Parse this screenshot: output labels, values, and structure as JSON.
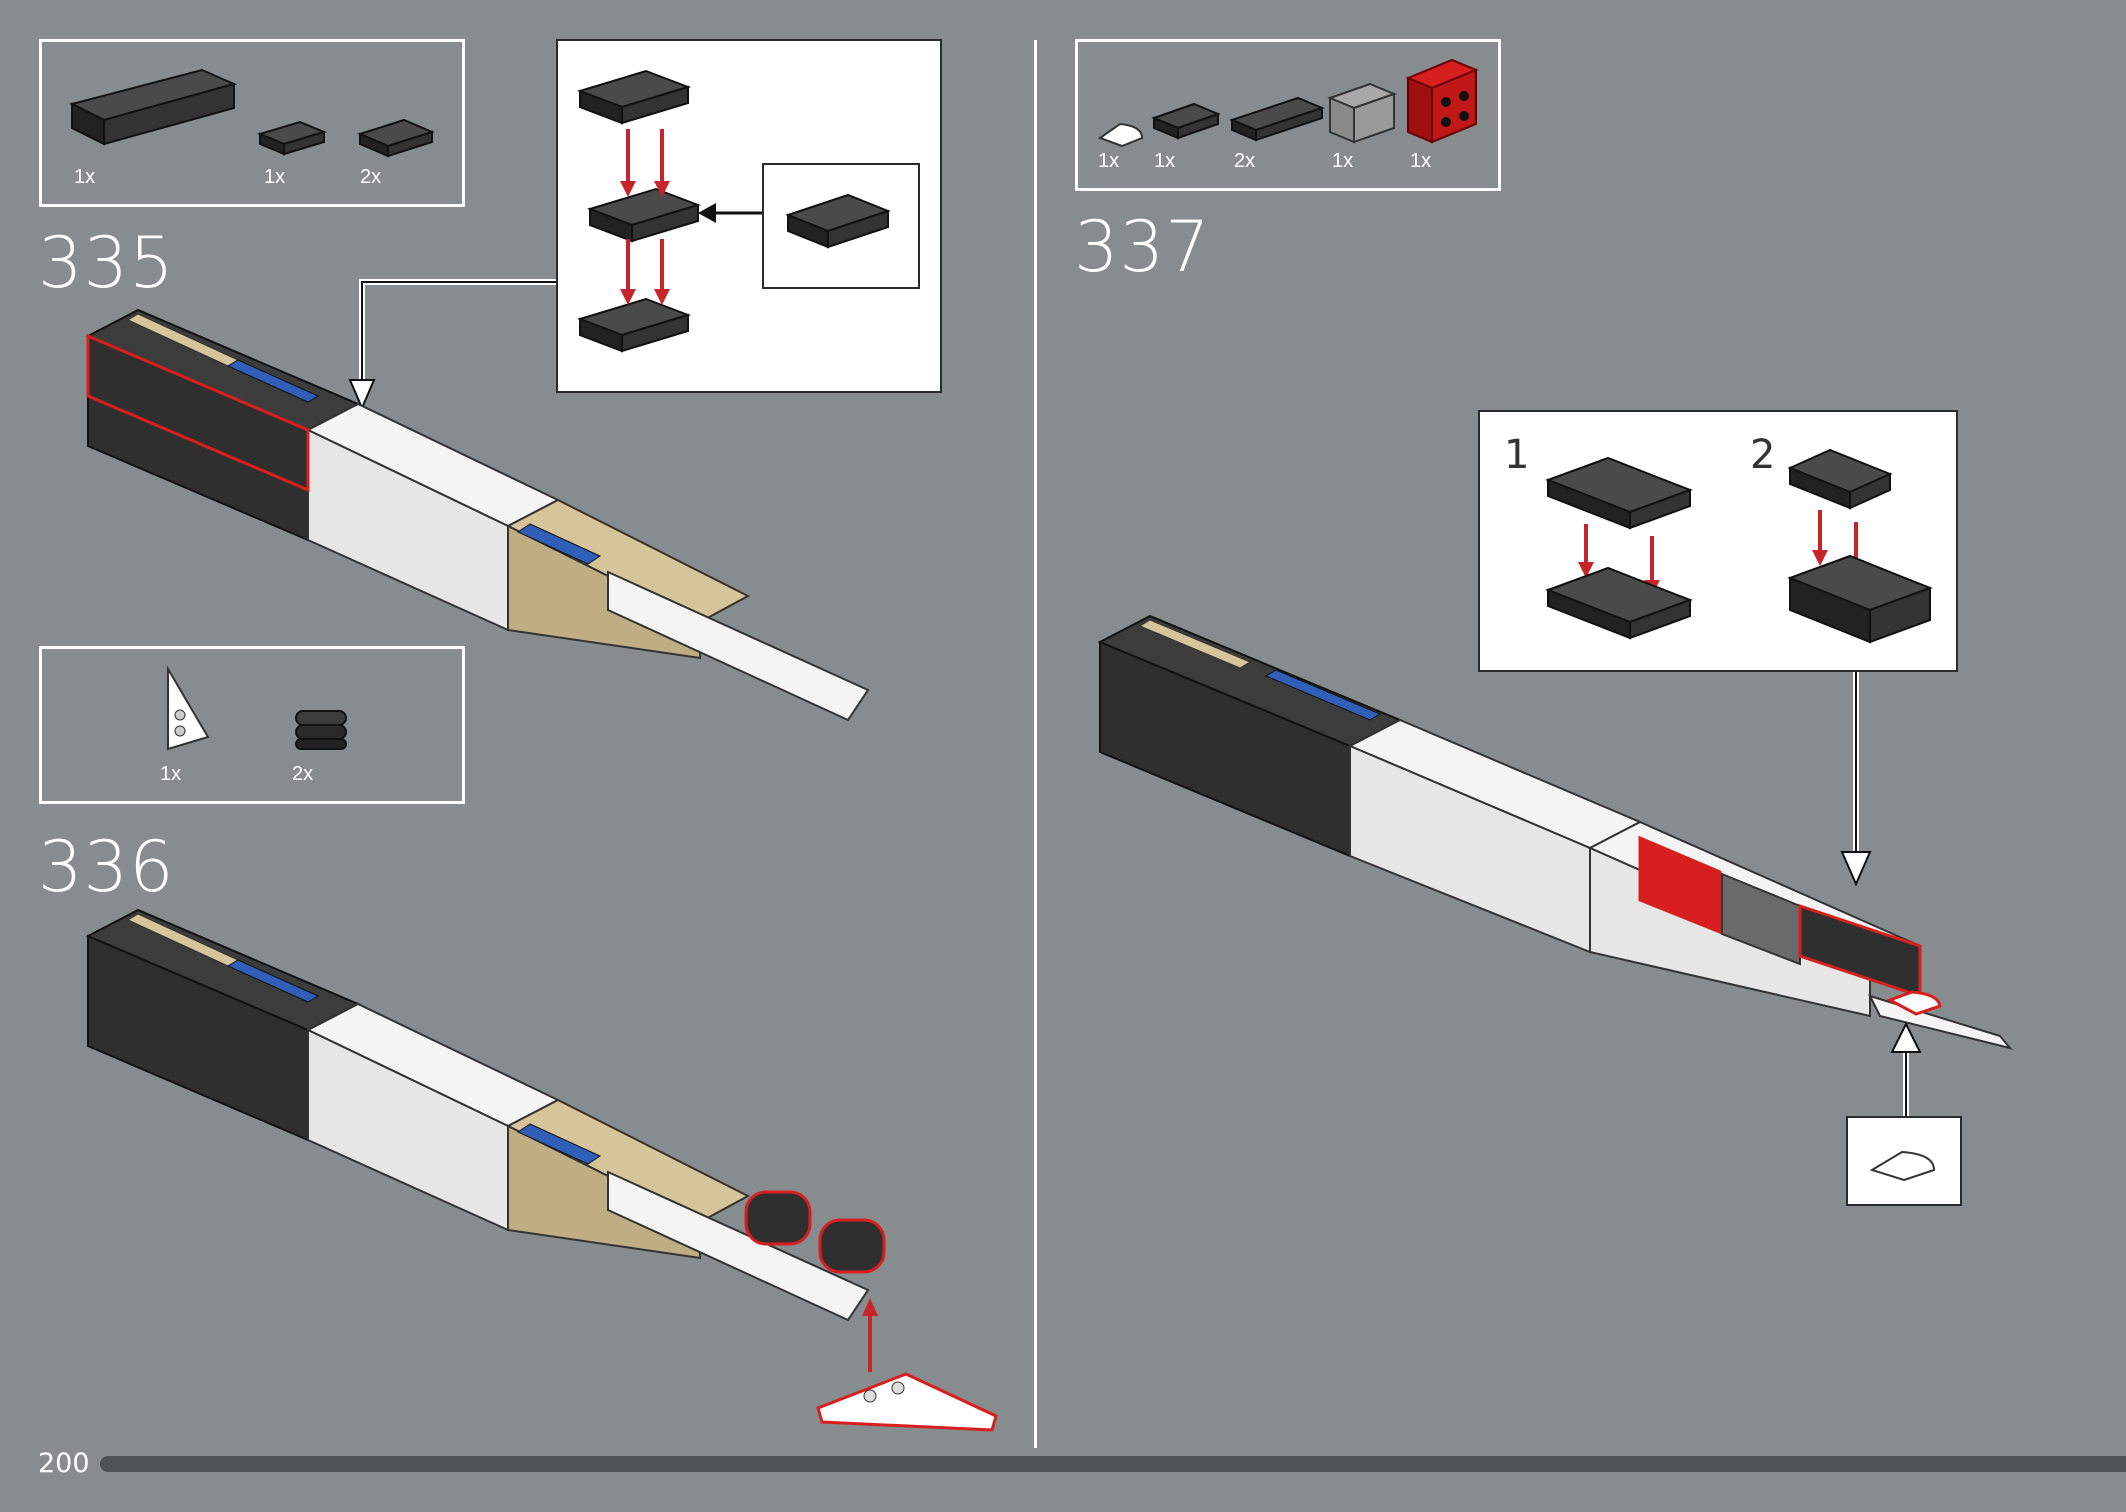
{
  "page": {
    "number": "200",
    "progress": 1.0
  },
  "steps": [
    {
      "number": "335",
      "parts": [
        {
          "name": "black-brick-1x6",
          "qty": "1x"
        },
        {
          "name": "black-plate-1x2",
          "qty": "1x"
        },
        {
          "name": "black-jumper-plate-1x2",
          "qty": "2x"
        }
      ]
    },
    {
      "number": "336",
      "parts": [
        {
          "name": "white-wedge-plate",
          "qty": "1x"
        },
        {
          "name": "black-round-plate-stack",
          "qty": "2x"
        }
      ]
    },
    {
      "number": "337",
      "parts": [
        {
          "name": "white-quarter-tile",
          "qty": "1x"
        },
        {
          "name": "black-plate-1x2",
          "qty": "1x"
        },
        {
          "name": "black-plate-1x4",
          "qty": "2x"
        },
        {
          "name": "gray-brick-1x2",
          "qty": "1x"
        },
        {
          "name": "red-bracket-2x2",
          "qty": "1x"
        }
      ],
      "substeps": [
        "1",
        "2"
      ]
    }
  ],
  "colors": {
    "background": "#878d8f",
    "black_brick": "#2f2f2f",
    "white_brick": "#f4f4f4",
    "tan_brick": "#d6c49a",
    "blue_brick": "#2f5fb8",
    "red_highlight": "#d81f1f",
    "red_arrow": "#c8242b"
  },
  "icons": [
    "arrow-down-icon",
    "arrow-left-icon",
    "arrow-up-icon"
  ]
}
